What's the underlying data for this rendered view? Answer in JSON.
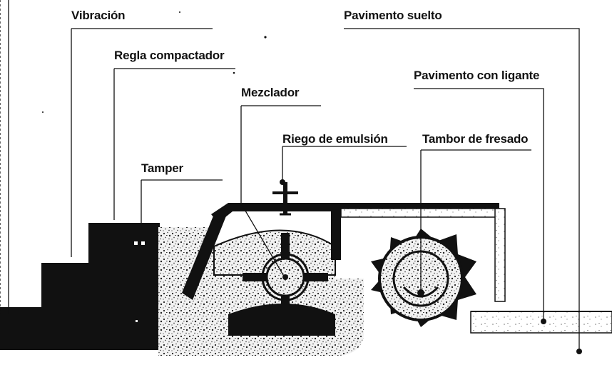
{
  "diagram": {
    "labels": {
      "vibracion": "Vibración",
      "pavimento_suelto": "Pavimento suelto",
      "regla_compactador": "Regla compactador",
      "pavimento_con_ligante": "Pavimento con ligante",
      "mezclador": "Mezclador",
      "riego_de_emulsion": "Riego de emulsión",
      "tambor_de_fresado": "Tambor de fresado",
      "tamper": "Tamper"
    },
    "colors": {
      "ink": "#111111",
      "background": "#ffffff",
      "speckle_light": "#f2f2f2",
      "speckle_gray": "#9a9a9a"
    }
  }
}
